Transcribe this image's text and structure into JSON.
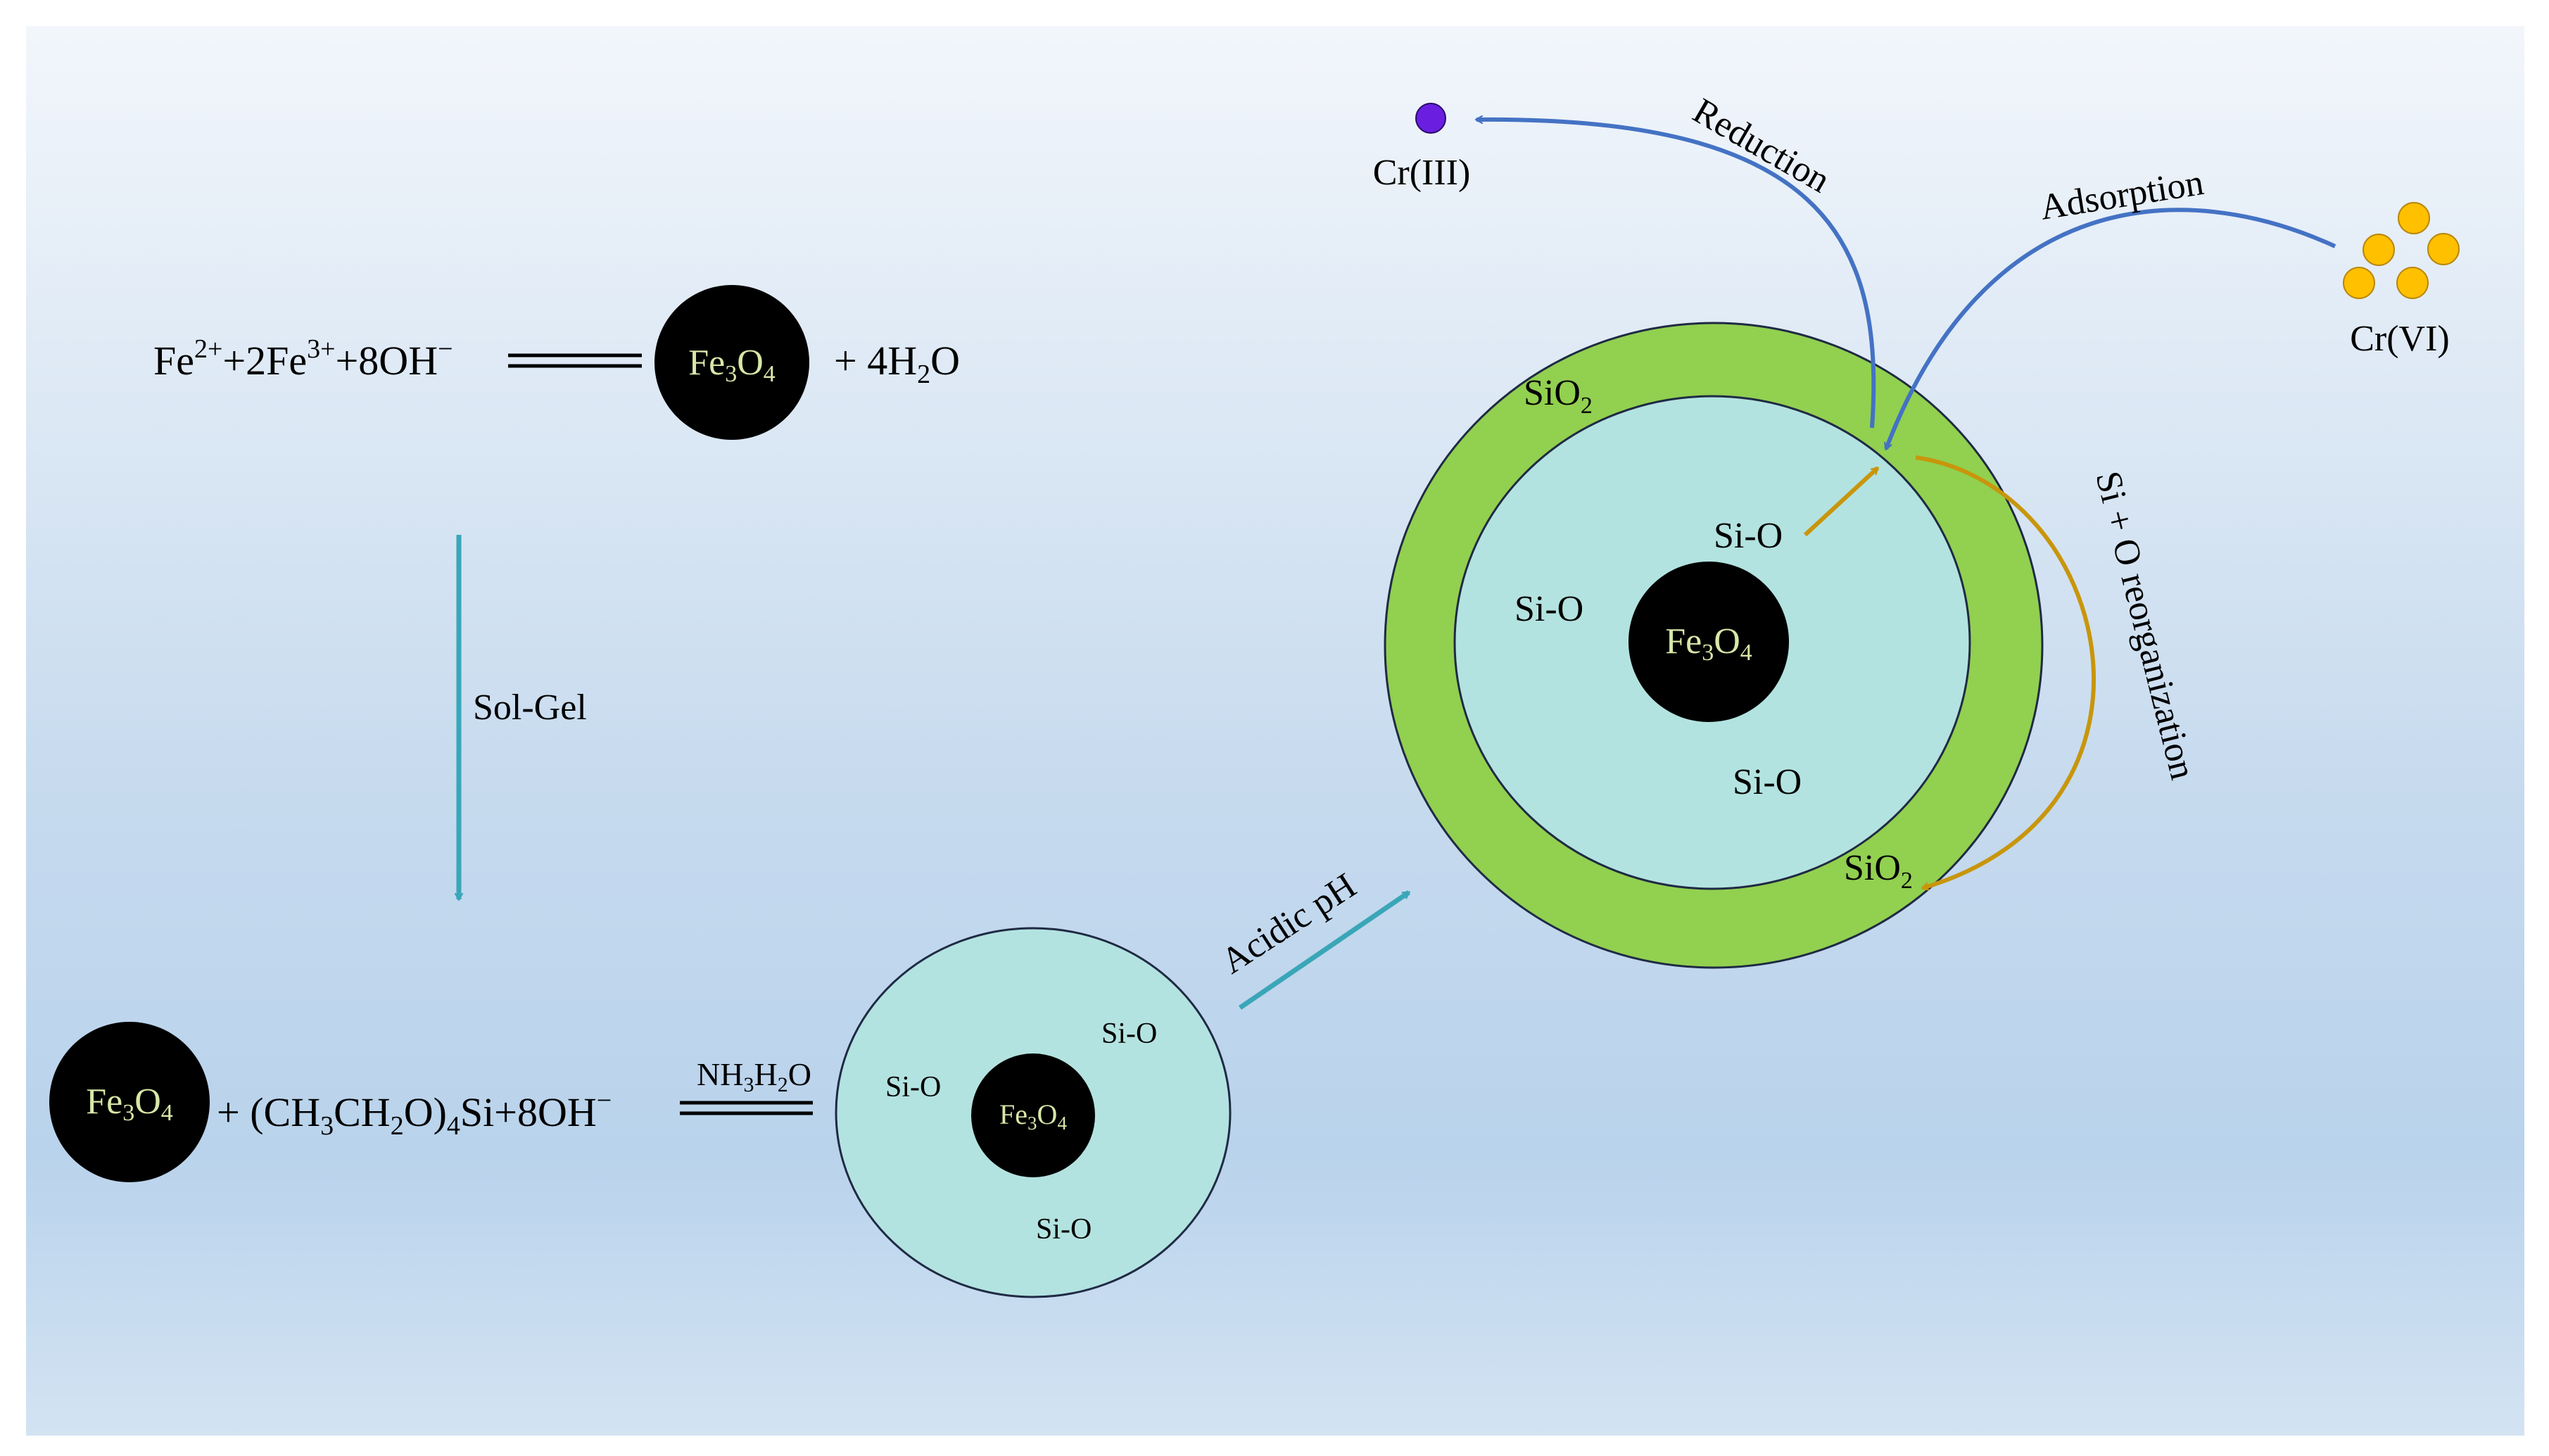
{
  "colors": {
    "background_top": "#f2f6fb",
    "background_mid": "#c9dcef",
    "background_bottom": "#cfe0f1",
    "nanoparticle_core": "#000000",
    "core_label": "#d8e7a8",
    "silica_layer": "#b3e3e0",
    "outer_shell": "#92d050",
    "teal_arrow": "#3aa6b8",
    "blue_arrow": "#4472c4",
    "orange_arrow": "#c8960c",
    "cr3_dot": "#6a1fe0",
    "cr6_dot": "#ffc000",
    "cr6_stroke": "#b8860b"
  },
  "labels": {
    "core": "Fe3O4",
    "silanol": "Si-O",
    "silica": "SiO2",
    "sol_gel": "Sol-Gel",
    "acidic_ph": "Acidic pH",
    "reduction": "Reduction",
    "adsorption": "Adsorption",
    "reorganization": "Si + O  reorganization",
    "cr3": "Cr(III)",
    "cr6": "Cr(VI)",
    "catalyst": "NH3H2O"
  },
  "equations": {
    "first": {
      "reactant_1": "Fe2+",
      "reactant_2": "+2Fe3+",
      "reactant_3": "+8OH−",
      "byproduct": "+ 4H2O"
    },
    "second": {
      "plus": "+",
      "reagent": "(CH3CH2O)4Si",
      "base": "+8OH−"
    }
  }
}
